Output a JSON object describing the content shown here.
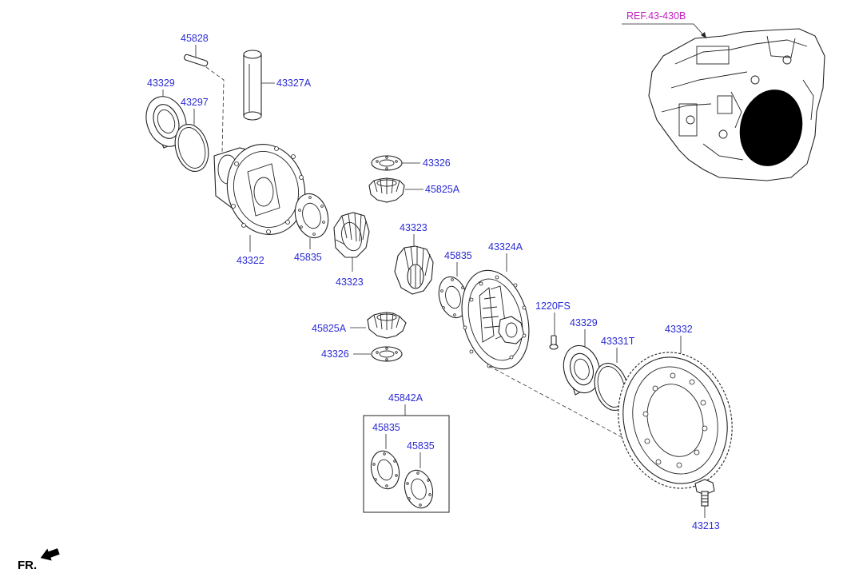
{
  "diagram": {
    "ref_label": "REF.43-430B",
    "front_label": "FR.",
    "parts": {
      "pin_45828": "45828",
      "shaft_43327a": "43327A",
      "bearing_43329_left": "43329",
      "ring_43297": "43297",
      "case_43322": "43322",
      "washer_43326_top": "43326",
      "pinion_45825a_top": "45825A",
      "shim_45835_left": "45835",
      "side_gear_43323_left": "43323",
      "side_gear_43323_right": "43323",
      "shim_45835_mid": "45835",
      "case_43324a": "43324A",
      "bolt_1220fs": "1220FS",
      "bearing_43329_right": "43329",
      "ring_43331t": "43331T",
      "ring_gear_43332": "43332",
      "pinion_45825a_bottom": "45825A",
      "washer_43326_bottom": "43326",
      "kit_45842a": "45842A",
      "kit_shim_1": "45835",
      "kit_shim_2": "45835",
      "bolt_43213": "43213"
    }
  },
  "colors": {
    "part_label": "#2b2bd4",
    "ref_label": "#c21fc2",
    "line": "#222222"
  }
}
